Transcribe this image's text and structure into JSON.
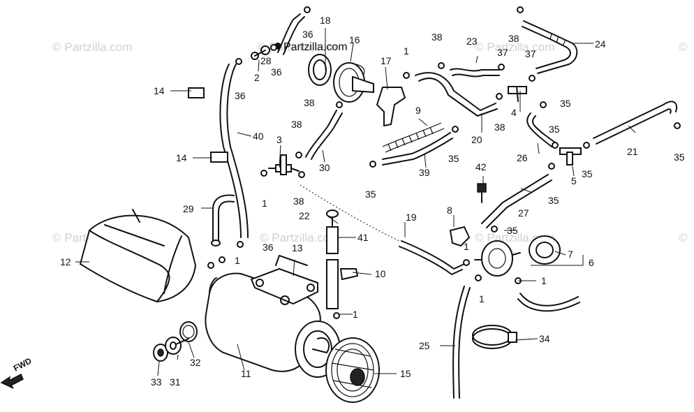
{
  "watermark": {
    "brand": "© Partzilla.com",
    "copyright_sign": "©",
    "color": "#d0d0d0"
  },
  "brand_header": "Partzilla.com",
  "direction_label": "FWD",
  "callouts": [
    {
      "label": "1"
    },
    {
      "label": "1"
    },
    {
      "label": "1"
    },
    {
      "label": "1"
    },
    {
      "label": "1"
    },
    {
      "label": "1"
    },
    {
      "label": "1"
    },
    {
      "label": "2"
    },
    {
      "label": "3"
    },
    {
      "label": "4"
    },
    {
      "label": "5"
    },
    {
      "label": "6"
    },
    {
      "label": "7"
    },
    {
      "label": "8"
    },
    {
      "label": "9"
    },
    {
      "label": "10"
    },
    {
      "label": "11"
    },
    {
      "label": "12"
    },
    {
      "label": "13"
    },
    {
      "label": "14"
    },
    {
      "label": "14"
    },
    {
      "label": "15"
    },
    {
      "label": "16"
    },
    {
      "label": "17"
    },
    {
      "label": "18"
    },
    {
      "label": "19"
    },
    {
      "label": "20"
    },
    {
      "label": "21"
    },
    {
      "label": "22"
    },
    {
      "label": "23"
    },
    {
      "label": "24"
    },
    {
      "label": "25"
    },
    {
      "label": "26"
    },
    {
      "label": "27"
    },
    {
      "label": "28"
    },
    {
      "label": "29"
    },
    {
      "label": "30"
    },
    {
      "label": "31"
    },
    {
      "label": "32"
    },
    {
      "label": "33"
    },
    {
      "label": "34"
    },
    {
      "label": "35"
    },
    {
      "label": "35"
    },
    {
      "label": "35"
    },
    {
      "label": "35"
    },
    {
      "label": "35"
    },
    {
      "label": "35"
    },
    {
      "label": "35"
    },
    {
      "label": "35"
    },
    {
      "label": "36"
    },
    {
      "label": "36"
    },
    {
      "label": "36"
    },
    {
      "label": "36"
    },
    {
      "label": "37"
    },
    {
      "label": "37"
    },
    {
      "label": "38"
    },
    {
      "label": "38"
    },
    {
      "label": "38"
    },
    {
      "label": "38"
    },
    {
      "label": "38"
    },
    {
      "label": "38"
    },
    {
      "label": "39"
    },
    {
      "label": "40"
    },
    {
      "label": "41"
    },
    {
      "label": "42"
    }
  ]
}
